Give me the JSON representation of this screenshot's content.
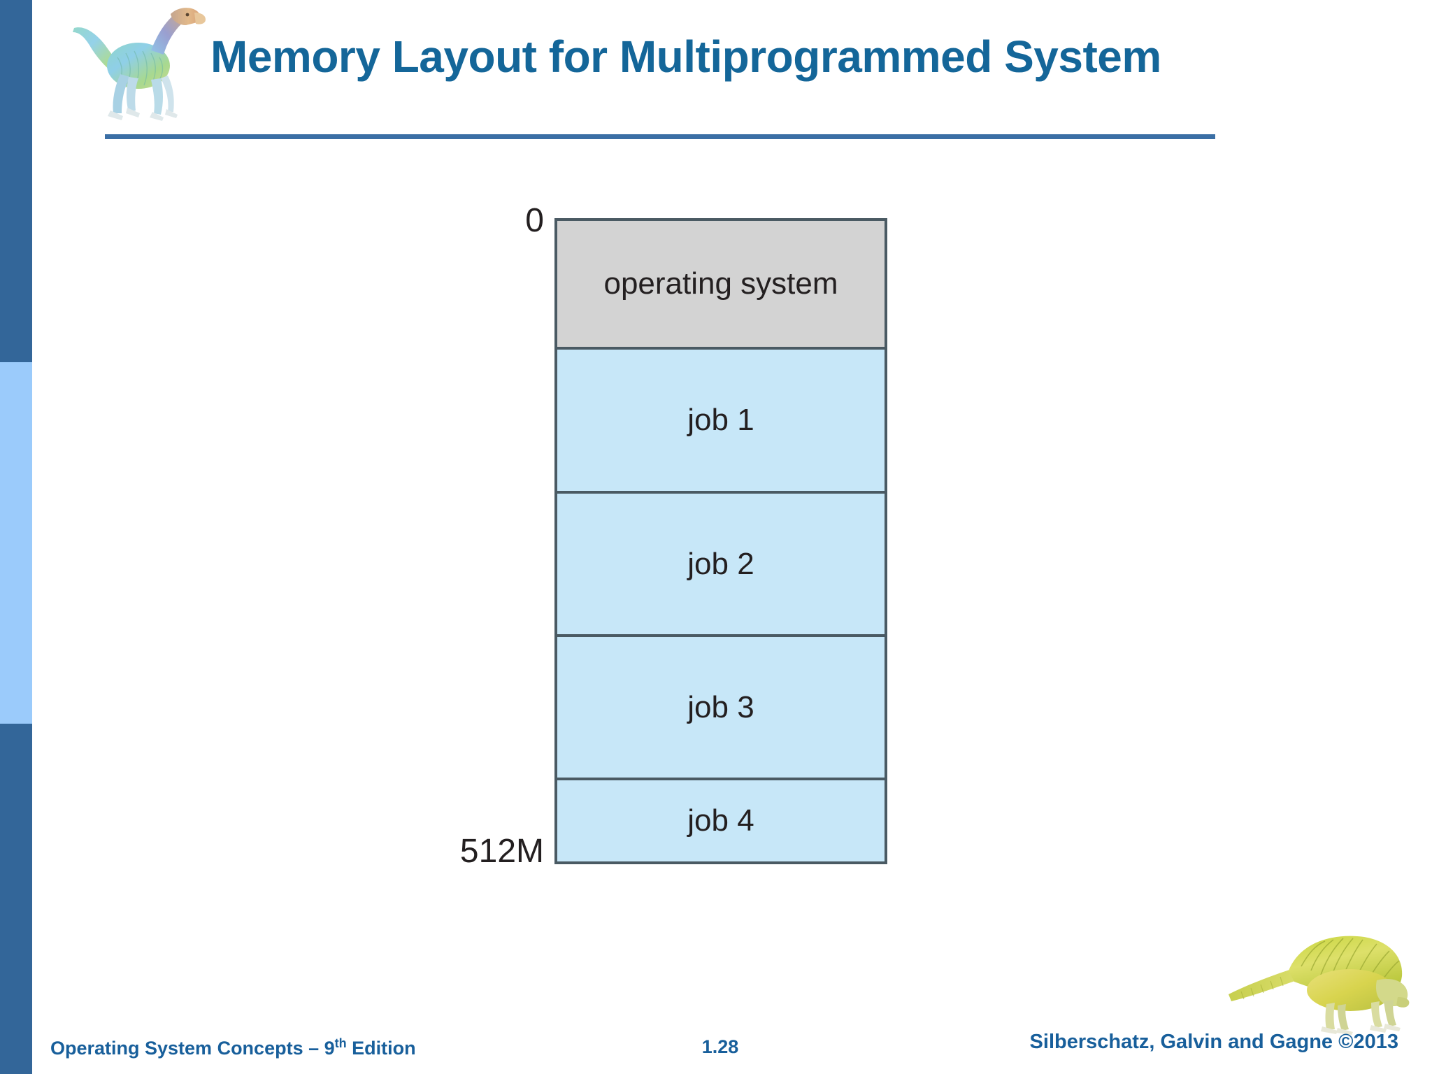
{
  "slide": {
    "title": "Memory Layout for Multiprogrammed System",
    "title_color": "#146699",
    "rule_color": "#3B6FA5",
    "background": "#ffffff"
  },
  "sidebar": {
    "segments": [
      {
        "name": "top",
        "color": "#336699"
      },
      {
        "name": "middle",
        "color": "#9BCBFB"
      },
      {
        "name": "bottom",
        "color": "#336699"
      }
    ]
  },
  "logos": {
    "top_left": "dinosaur-icon",
    "bottom_right": "dinosaur-icon"
  },
  "diagram": {
    "name": "memory-layout-diagram",
    "address_top": "0",
    "address_bottom": "512M",
    "border_color": "#4a5a63",
    "os_color": "#d3d3d3",
    "job_color": "#c7e7f8",
    "blocks": [
      {
        "label": "operating system",
        "fill": "#d3d3d3"
      },
      {
        "label": "job 1",
        "fill": "#c7e7f8"
      },
      {
        "label": "job 2",
        "fill": "#c7e7f8"
      },
      {
        "label": "job 3",
        "fill": "#c7e7f8"
      },
      {
        "label": "job 4",
        "fill": "#c7e7f8"
      }
    ]
  },
  "footer": {
    "left_prefix": "Operating System Concepts – 9",
    "left_sup": "th",
    "left_suffix": " Edition",
    "page_number": "1.28",
    "right": "Silberschatz, Galvin and Gagne ©2013",
    "color": "#185F9B"
  }
}
